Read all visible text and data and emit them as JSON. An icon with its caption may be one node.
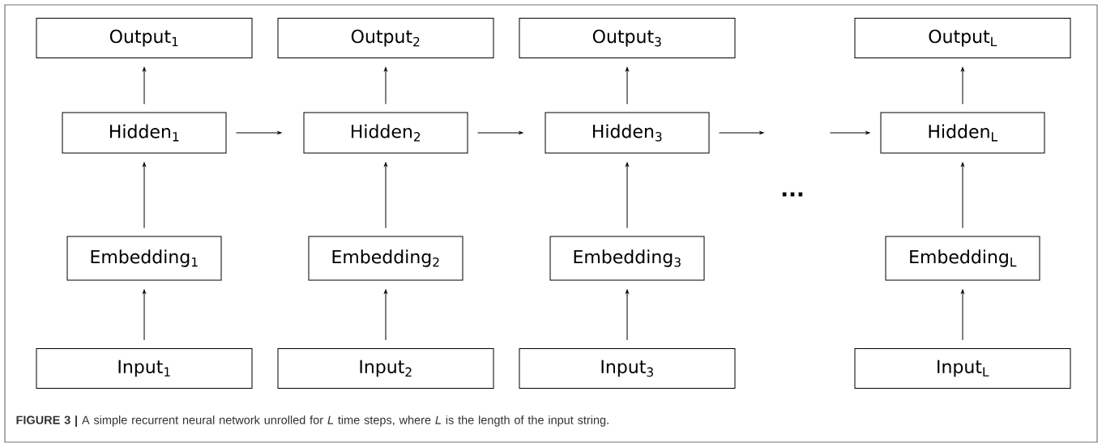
{
  "diagram": {
    "caption": "**FIGURE 3 |** A simple recurrent neural network unrolled for *L* time steps, where *L* is the length of the input string.",
    "nodes": [
      {
        "text": [
          "Output$_{1}$"
        ]
      },
      {
        "text": [
          "Output$_{2}$"
        ]
      },
      {
        "text": [
          "Output$_{3}$"
        ]
      },
      {
        "text": [
          "Output$_{L}$"
        ]
      },
      {
        "text": [
          "Hidden$_{1}$"
        ]
      },
      {
        "text": [
          "Hidden$_{2}$"
        ]
      },
      {
        "text": [
          "Hidden$_{3}$"
        ]
      },
      {
        "text": [
          "Hidden$_{L}$"
        ]
      },
      {
        "text": [
          "Embedding$_{1}$"
        ]
      },
      {
        "text": [
          "Embedding$_{2}$"
        ]
      },
      {
        "text": [
          "Embedding$_{3}$"
        ]
      },
      {
        "text": [
          "Embedding$_{L}$"
        ]
      },
      {
        "text": [
          "Input$_{1}$"
        ]
      },
      {
        "text": [
          "Input$_{2}$"
        ]
      },
      {
        "text": [
          "Input$_{3}$"
        ]
      },
      {
        "text": [
          "Input$_{L}$"
        ]
      }
    ],
    "edges": [
      {
        "from": 12,
        "to": 8,
        "arrow": "to"
      },
      {
        "from": 13,
        "to": 9,
        "arrow": "to"
      },
      {
        "from": 14,
        "to": 10,
        "arrow": "to"
      },
      {
        "from": 15,
        "to": 11,
        "arrow": "to"
      },
      {
        "from": 8,
        "to": 4,
        "arrow": "to"
      },
      {
        "from": 9,
        "to": 5,
        "arrow": "to"
      },
      {
        "from": 10,
        "to": 6,
        "arrow": "to"
      },
      {
        "from": 11,
        "to": 7,
        "arrow": "to"
      },
      {
        "from": 4,
        "to": 0,
        "arrow": "to"
      },
      {
        "from": 5,
        "to": 1,
        "arrow": "to"
      },
      {
        "from": 6,
        "to": 2,
        "arrow": "to"
      },
      {
        "from": 7,
        "to": 3,
        "arrow": "to"
      },
      {
        "from": 4,
        "to": 5,
        "arrow": "to"
      },
      {
        "from": 5,
        "to": 6,
        "arrow": "to"
      },
      {
        "from": 6,
        "to": null,
        "arrow": "to"
      },
      {
        "from": null,
        "to": 7,
        "arrow": "to"
      }
    ],
    "labels": [
      "..."
    ]
  }
}
